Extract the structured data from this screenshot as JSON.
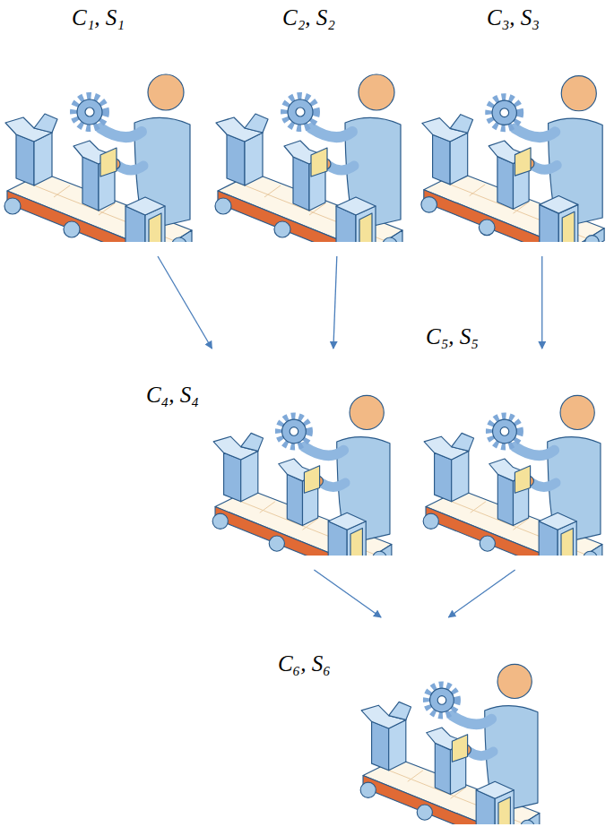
{
  "diagram": {
    "nodes": [
      {
        "text": [
          "C₁, S₁"
        ]
      },
      {
        "text": [
          "C₂, S₂"
        ]
      },
      {
        "text": [
          "C₃, S₃"
        ]
      },
      {
        "text": [
          "C₄, S₄"
        ]
      },
      {
        "text": [
          "C₅, S₅"
        ]
      },
      {
        "text": [
          "C₆, S₆"
        ]
      }
    ],
    "edges": [
      {
        "from": 0,
        "to": 3,
        "arrow": "to"
      },
      {
        "from": 1,
        "to": 3,
        "arrow": "to"
      },
      {
        "from": 2,
        "to": 4,
        "arrow": "to"
      },
      {
        "from": 3,
        "to": 5,
        "arrow": "to"
      },
      {
        "from": 4,
        "to": 5,
        "arrow": "to"
      }
    ]
  }
}
